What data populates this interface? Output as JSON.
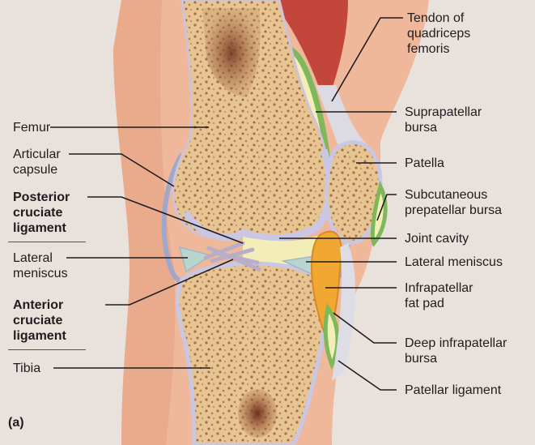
{
  "figure_label": "(a)",
  "labels_left": [
    {
      "id": "femur",
      "text": "Femur",
      "bold": false
    },
    {
      "id": "articular-capsule",
      "text": "Articular\ncapsule",
      "bold": false
    },
    {
      "id": "posterior-cruciate-ligament",
      "text": "Posterior\ncruciate\nligament",
      "bold": true
    },
    {
      "id": "lateral-meniscus-left",
      "text": "Lateral\nmeniscus",
      "bold": false
    },
    {
      "id": "anterior-cruciate-ligament",
      "text": "Anterior\ncruciate\nligament",
      "bold": true
    },
    {
      "id": "tibia",
      "text": "Tibia",
      "bold": false
    }
  ],
  "labels_right": [
    {
      "id": "tendon-of-quadriceps-femoris",
      "text": "Tendon of\nquadriceps\nfemoris",
      "bold": false
    },
    {
      "id": "suprapatellar-bursa",
      "text": "Suprapatellar\nbursa",
      "bold": false
    },
    {
      "id": "patella",
      "text": "Patella",
      "bold": false
    },
    {
      "id": "subcutaneous-prepatellar-bursa",
      "text": "Subcutaneous\nprepatellar bursa",
      "bold": false
    },
    {
      "id": "joint-cavity",
      "text": "Joint cavity",
      "bold": false
    },
    {
      "id": "lateral-meniscus-right",
      "text": "Lateral meniscus",
      "bold": false
    },
    {
      "id": "infrapatellar-fat-pad",
      "text": "Infrapatellar\nfat pad",
      "bold": false
    },
    {
      "id": "deep-infrapatellar-bursa",
      "text": "Deep infrapatellar\nbursa",
      "bold": false
    },
    {
      "id": "patellar-ligament",
      "text": "Patellar ligament",
      "bold": false
    }
  ],
  "colors": {
    "background": "#e9e2dc",
    "skin": "#f0b89a",
    "bone": "#e6c593",
    "bone_pore": "#a66f46",
    "marrow": "#7a3a22",
    "cartilage": "#c9c7e4",
    "bursa_green": "#7fb85a",
    "bursa_fluid": "#f3eeb8",
    "muscle": "#c2463a",
    "fat_pad": "#f0a832",
    "ligament": "#dedde6",
    "leader_line": "#1e1c1e"
  }
}
